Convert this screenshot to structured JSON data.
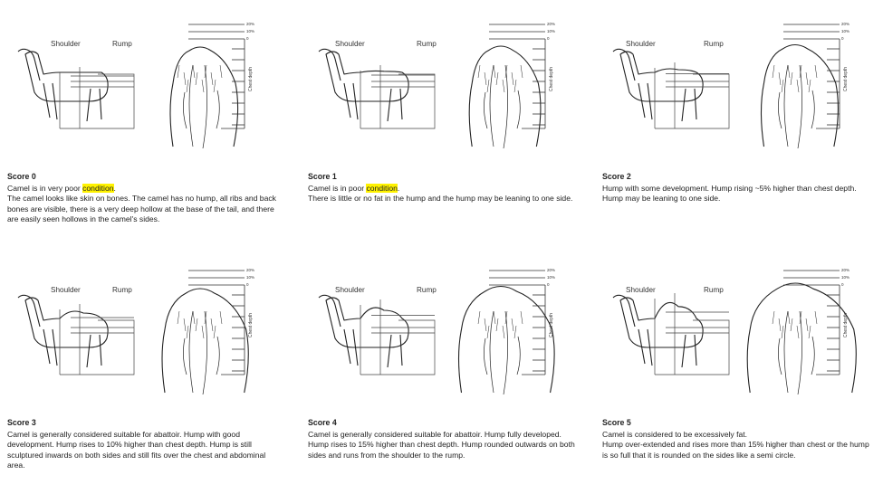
{
  "scale_ticks": [
    "20%",
    "10%",
    "0"
  ],
  "chest_depth_label": "Chest depth",
  "shoulder_label": "Shoulder",
  "rump_label": "Rump",
  "panels": [
    {
      "score": "Score 0",
      "line1_before": "Camel is in very poor ",
      "line1_highlight": "condition",
      "line1_after": ".",
      "body": "The camel looks like skin on bones.  The camel has no hump, all ribs and back bones are visible, there is a very deep hollow at the base of the tail, and there are easily seen hollows in the camel's sides."
    },
    {
      "score": "Score 1",
      "line1_before": "Camel is in poor ",
      "line1_highlight": "condition",
      "line1_after": ".",
      "body": "There is little or no fat in the hump and the hump may be leaning to one side."
    },
    {
      "score": "Score 2",
      "line1_before": "Hump with some development. Hump rising ~5% higher than chest depth. Hump may be leaning to one side.",
      "line1_highlight": "",
      "line1_after": "",
      "body": ""
    },
    {
      "score": "Score 3",
      "line1_before": "Camel is generally considered suitable for abattoir. Hump with good development. Hump rises to 10% higher than chest depth. Hump is still sculptured inwards on both sides and still fits over the chest and abdominal area.",
      "line1_highlight": "",
      "line1_after": "",
      "body": ""
    },
    {
      "score": "Score 4",
      "line1_before": "Camel is generally considered suitable for abattoir. Hump fully developed. Hump rises to 15% higher than chest depth. Hump rounded outwards on both sides and runs from the shoulder to the rump.",
      "line1_highlight": "",
      "line1_after": "",
      "body": ""
    },
    {
      "score": "Score 5",
      "line1_before": "Camel is considered to be excessively fat.",
      "line1_highlight": "",
      "line1_after": "",
      "body": "Hump over-extended and rises more than 15% higher than chest or the hump is so full that it is rounded on the sides like a semi circle."
    }
  ]
}
